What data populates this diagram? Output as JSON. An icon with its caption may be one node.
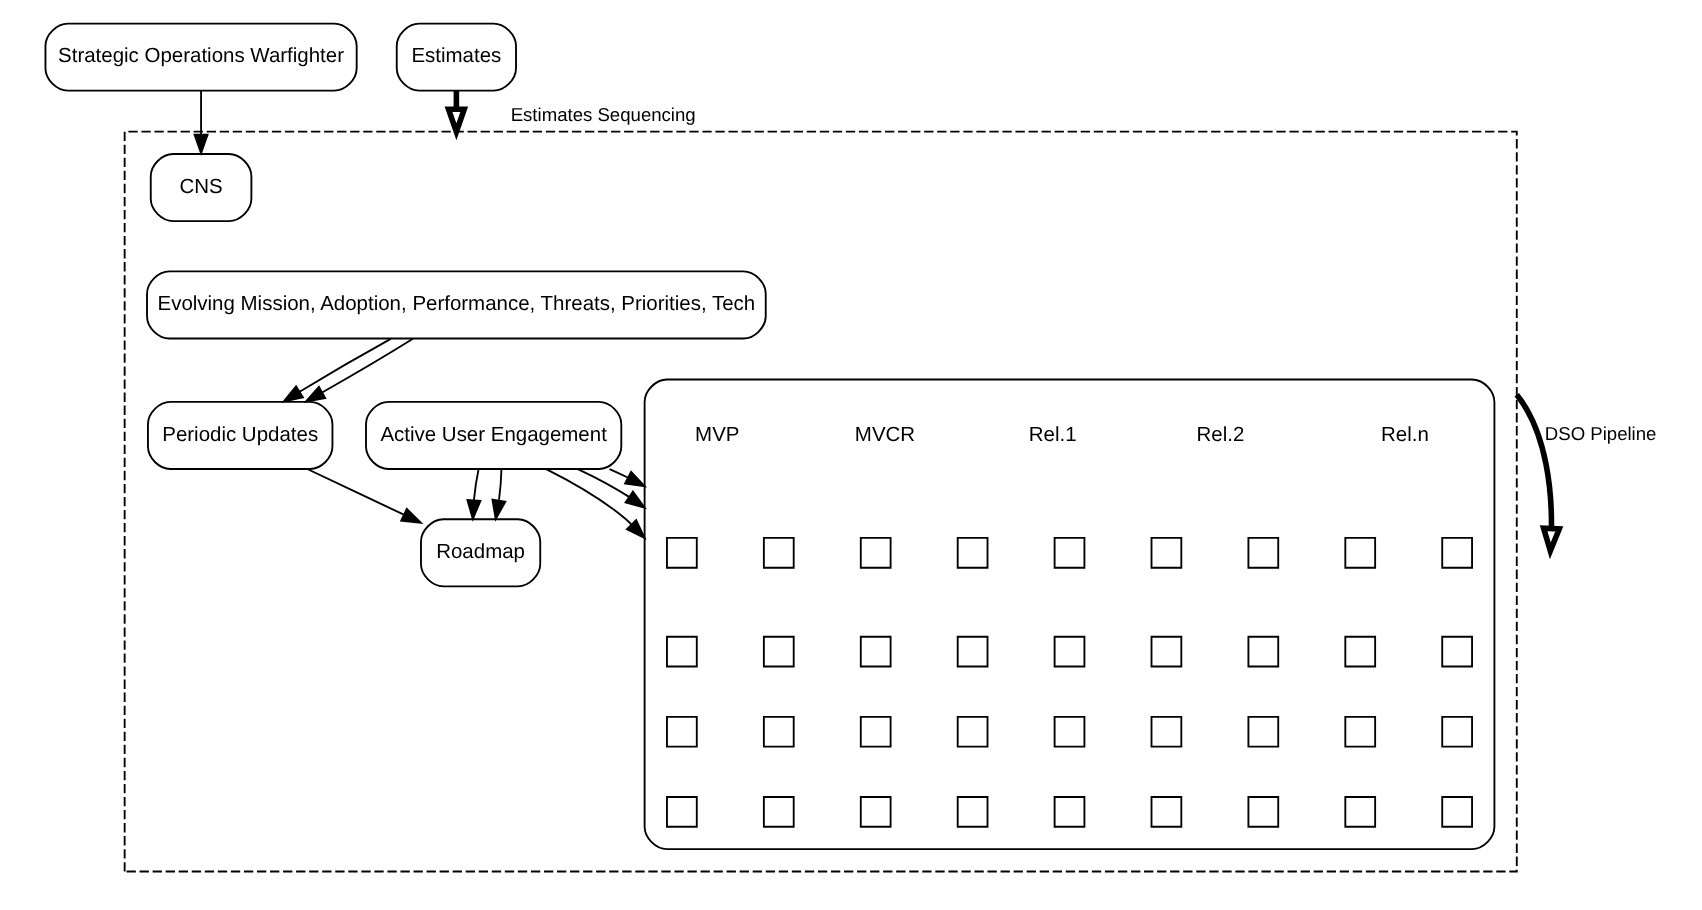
{
  "diagram": {
    "nodes": [
      {
        "text": [
          "Strategic Operations Warfighter"
        ]
      },
      {
        "text": [
          "Estimates"
        ]
      },
      {
        "text": [],
        "shape": "box"
      },
      {
        "text": [
          "Evolving Mission, Adoption, Performance, Threats, Priorities, Tech"
        ],
        "in": 2
      },
      {
        "text": [
          "CNS"
        ],
        "in": 2
      },
      {
        "text": [
          "Periodic Updates"
        ],
        "in": 2
      },
      {
        "text": [
          "Roadmap"
        ],
        "in": 2
      },
      {
        "text": [
          "Active User Engagement"
        ],
        "in": 2
      },
      {
        "text": [],
        "shape": "box",
        "in": 2
      },
      {
        "text": [],
        "shape": "box",
        "in": 8
      },
      {
        "text": [],
        "shape": "box",
        "in": 8
      },
      {
        "text": [],
        "shape": "box",
        "in": 8
      },
      {
        "text": [],
        "shape": "box",
        "in": 8
      },
      {
        "text": [],
        "shape": "box",
        "in": 8
      },
      {
        "text": [],
        "shape": "box",
        "in": 8
      },
      {
        "text": [],
        "shape": "box",
        "in": 8
      },
      {
        "text": [],
        "shape": "box",
        "in": 8
      },
      {
        "text": [],
        "shape": "box",
        "in": 8
      },
      {
        "text": [],
        "shape": "box",
        "in": 8
      },
      {
        "text": [],
        "shape": "box",
        "in": 8
      },
      {
        "text": [],
        "shape": "box",
        "in": 8
      },
      {
        "text": [],
        "shape": "box",
        "in": 8
      },
      {
        "text": [],
        "shape": "box",
        "in": 8
      },
      {
        "text": [],
        "shape": "box",
        "in": 8
      },
      {
        "text": [],
        "shape": "box",
        "in": 8
      },
      {
        "text": [],
        "shape": "box",
        "in": 8
      },
      {
        "text": [],
        "shape": "box",
        "in": 8
      },
      {
        "text": [],
        "shape": "box",
        "in": 8
      },
      {
        "text": [],
        "shape": "box",
        "in": 8
      },
      {
        "text": [],
        "shape": "box",
        "in": 8
      },
      {
        "text": [],
        "shape": "box",
        "in": 8
      },
      {
        "text": [],
        "shape": "box",
        "in": 8
      },
      {
        "text": [],
        "shape": "box",
        "in": 8
      },
      {
        "text": [],
        "shape": "box",
        "in": 8
      },
      {
        "text": [],
        "shape": "box",
        "in": 8
      },
      {
        "text": [],
        "shape": "box",
        "in": 8
      },
      {
        "text": [],
        "shape": "box",
        "in": 8
      },
      {
        "text": [],
        "shape": "box",
        "in": 8
      },
      {
        "text": [],
        "shape": "box",
        "in": 8
      },
      {
        "text": [],
        "shape": "box",
        "in": 8
      },
      {
        "text": [],
        "shape": "box",
        "in": 8
      },
      {
        "text": [],
        "shape": "box",
        "in": 8
      },
      {
        "text": [],
        "shape": "box",
        "in": 8
      },
      {
        "text": [],
        "shape": "box",
        "in": 8
      },
      {
        "text": [],
        "shape": "box",
        "in": 8
      }
    ],
    "edges": [
      {
        "from": 3,
        "to": 5,
        "arrow": "to"
      },
      {
        "from": 3,
        "to": 5,
        "arrow": "to"
      },
      {
        "from": 5,
        "to": 6,
        "arrow": "to"
      },
      {
        "from": 7,
        "to": 6,
        "arrow": "to"
      },
      {
        "from": 7,
        "to": 6,
        "arrow": "to"
      },
      {
        "from": 7,
        "to": 8,
        "arrow": "to"
      },
      {
        "from": 7,
        "to": 8,
        "arrow": "to"
      },
      {
        "from": 7,
        "to": 8,
        "arrow": "to"
      },
      {
        "from": 0,
        "to": 4,
        "arrow": "to"
      },
      {
        "from": 1,
        "to": 2,
        "arrow": "to",
        "label": "Estimates Sequencing",
        "style": "thick"
      },
      {
        "from": 2,
        "to": null,
        "arrow": "to",
        "label": "DSO Pipeline",
        "style": "thick"
      }
    ],
    "labels": [
      "MVP",
      "MVCR",
      "Rel.1",
      "Rel.2",
      "Rel.n"
    ]
  }
}
